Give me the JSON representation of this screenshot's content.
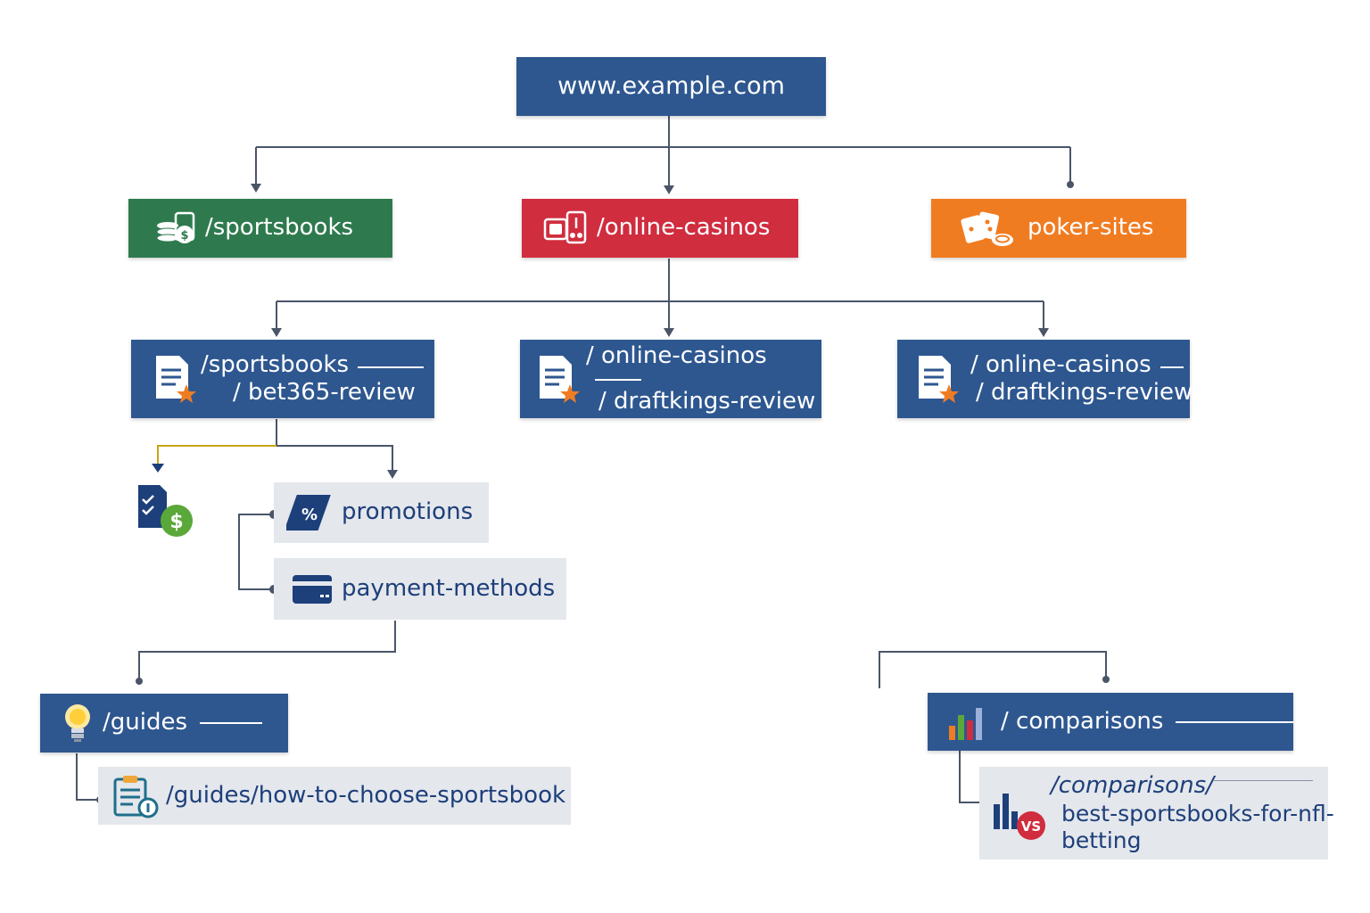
{
  "root": {
    "label": "www.example.com"
  },
  "sections": {
    "sportsbooks": {
      "label": "/sportsbooks",
      "color": "#2e7a4e"
    },
    "online_casinos": {
      "label": "/online-casinos",
      "color": "#d02d3f"
    },
    "poker_sites": {
      "label": "poker-sites",
      "color": "#f07c22"
    }
  },
  "reviews": [
    {
      "line1": "/sportsbooks",
      "line2": "/ bet365-review"
    },
    {
      "line1": "/ online-casinos",
      "line2": "/ draftkings-review"
    },
    {
      "line1": "/ online-casinos",
      "line2": "/ draftkings-review"
    }
  ],
  "subpages": {
    "promotions": {
      "label": "promotions"
    },
    "payment_methods": {
      "label": "payment-methods"
    }
  },
  "guides": {
    "label": "/guides",
    "child": "/guides/how-to-choose-sportsbook"
  },
  "comparisons": {
    "label": "/ comparisons",
    "child_line1": "/comparisons/",
    "child_line2": "best-sportsbooks-for-nfl-",
    "child_line3": "betting"
  },
  "colors": {
    "primary": "#2e5790",
    "light": "#e4e7ec",
    "connector": "#4a5568"
  }
}
